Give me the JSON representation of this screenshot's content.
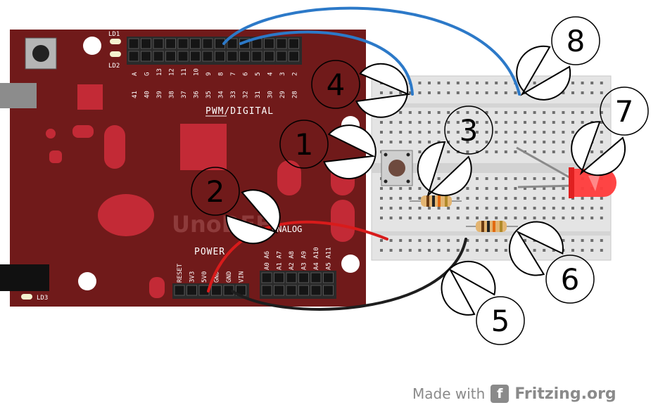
{
  "board": {
    "logo": "UnoDEF",
    "pwm_label": "PWM/DIGITAL",
    "power_label": "POWER",
    "analog_label": "ANALOG",
    "led_labels": [
      "LD1",
      "LD2",
      "LD3"
    ],
    "top_header_labels": [
      "A",
      "G",
      "13",
      "12",
      "11",
      "10",
      "9",
      "8",
      "7",
      "6",
      "5",
      "4",
      "3",
      "2"
    ],
    "top_second_labels": [
      "41",
      "40",
      "39",
      "38",
      "37",
      "36",
      "35",
      "34",
      "33",
      "32",
      "31",
      "30",
      "29",
      "28"
    ],
    "power_pin_labels": [
      "RESET",
      "3V3",
      "5V0",
      "GND",
      "GND",
      "VIN"
    ],
    "analog_pin_labels": [
      "A0 A6",
      "A1 A7",
      "A2 A8",
      "A3 A9",
      "A4 A10",
      "A5 A11"
    ]
  },
  "callouts": [
    "1",
    "2",
    "3",
    "4",
    "5",
    "6",
    "7",
    "8"
  ],
  "footer": {
    "made_with": "Made with",
    "brand": "Fritzing.org",
    "icon": "fritzing-logo-icon"
  },
  "colors": {
    "board": "#701a1a",
    "board_dark": "#5e1414",
    "board_accent": "#c32a36",
    "breadboard": "#e4e4e4",
    "wire_blue": "#2c79c8",
    "wire_red": "#d81b1b",
    "wire_black": "#1e1e1e",
    "led": "#ff3b3b"
  }
}
